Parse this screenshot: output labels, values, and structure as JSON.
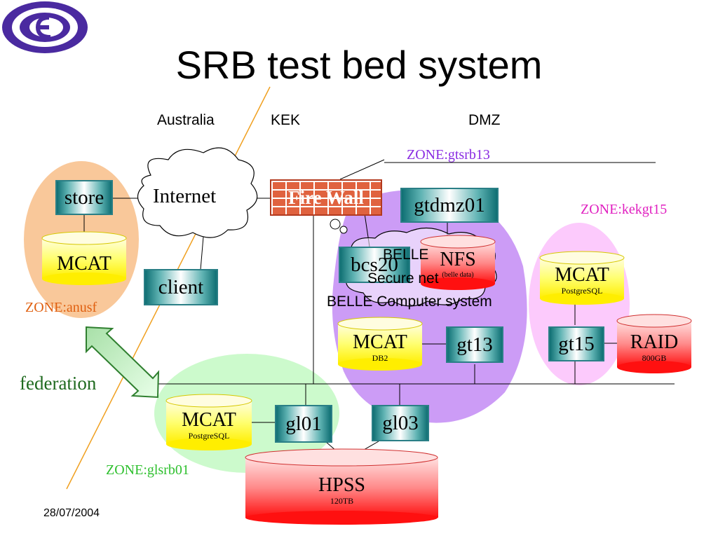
{
  "title": "SRB test bed system",
  "regions": {
    "australia": "Australia",
    "kek": "KEK",
    "dmz": "DMZ"
  },
  "zones": {
    "gtsrb13": "ZONE:gtsrb13",
    "kekgt15": "ZONE:kekgt15",
    "anusf": "ZONE:anusf",
    "glsrb01": "ZONE:glsrb01"
  },
  "nodes": {
    "store": "store",
    "client": "client",
    "gtdmz01": "gtdmz01",
    "bcs20": "bcs20",
    "gt13": "gt13",
    "gt15": "gt15",
    "gl01": "gl01",
    "gl03": "gl03"
  },
  "clouds": {
    "internet": "Internet",
    "belle_line1": "BELLE",
    "belle_line2": "Secure net"
  },
  "belle_system": "BELLE Computer system",
  "firewall": "Fire Wall",
  "databases": {
    "mcat_anusf": {
      "name": "MCAT",
      "sub": ""
    },
    "nfs": {
      "name": "NFS",
      "sub": "(belle data)"
    },
    "mcat_kek": {
      "name": "MCAT",
      "sub": "PostgreSQL"
    },
    "raid": {
      "name": "RAID",
      "sub": "800GB"
    },
    "mcat_db2": {
      "name": "MCAT",
      "sub": "DB2"
    },
    "mcat_gl": {
      "name": "MCAT",
      "sub": "PostgreSQL"
    },
    "hpss": {
      "name": "HPSS",
      "sub": "120TB"
    }
  },
  "federation": "federation",
  "date": "28/07/2004",
  "colors": {
    "zone_gtsrb13": "#8a2be2",
    "zone_kekgt15": "#e020c0",
    "zone_anusf": "#e06010",
    "zone_glsrb01": "#2fc02f",
    "federation": "#1f6a1f"
  },
  "icons": {
    "logo": "kek-logo-icon"
  }
}
